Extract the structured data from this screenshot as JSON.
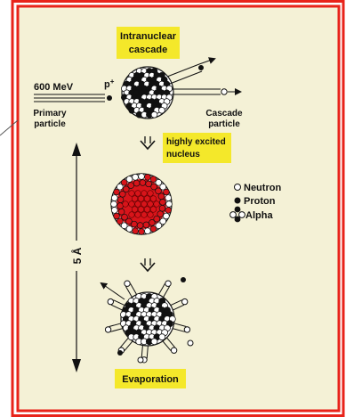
{
  "colors": {
    "frame": "#e8231a",
    "panel": "#f4f1d6",
    "label_bg": "#f4e82a",
    "proton": "#111111",
    "neutron": "#ffffff",
    "excited_core": "#d8141a",
    "ink": "#111111"
  },
  "labels": {
    "intranuclear_line1": "Intranuclear",
    "intranuclear_line2": "cascade",
    "energy": "600 MeV",
    "proton_symbol": "p",
    "proton_charge": "+",
    "primary_line1": "Primary",
    "primary_line2": "particle",
    "cascade_line1": "Cascade",
    "cascade_line2": "particle",
    "excited_line1": "highly excited",
    "excited_line2": "nucleus",
    "evaporation": "Evaporation",
    "scale": "5 Å"
  },
  "legend": [
    {
      "icon": "neutron-icon",
      "label": "Neutron"
    },
    {
      "icon": "proton-icon",
      "label": "Proton"
    },
    {
      "icon": "alpha-icon",
      "label": "Alpha"
    }
  ]
}
